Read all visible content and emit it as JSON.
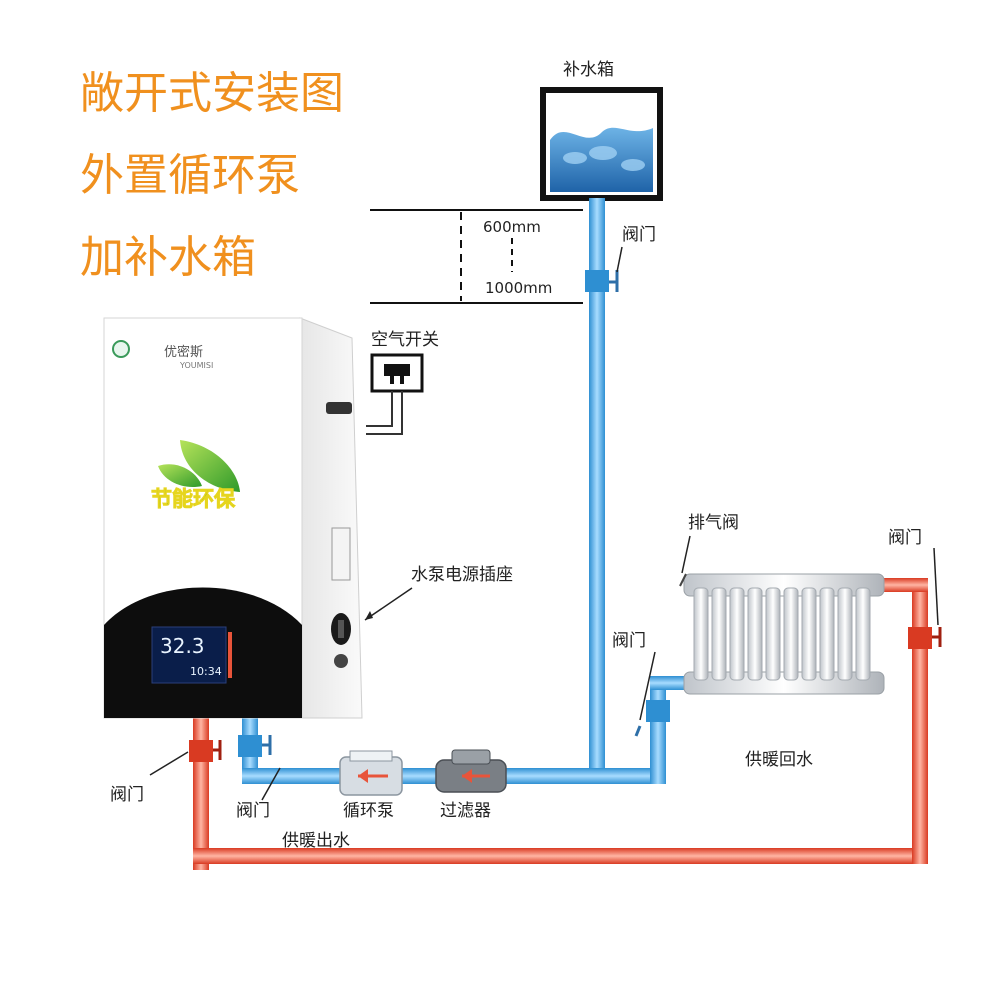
{
  "title_lines": [
    "敞开式安装图",
    "外置循环泵",
    "加补水箱"
  ],
  "labels": {
    "tank": "补水箱",
    "dim_600": "600mm",
    "dim_1000": "1000mm",
    "valve": "阀门",
    "air_switch": "空气开关",
    "pump_socket": "水泵电源插座",
    "exhaust_valve": "排气阀",
    "pump": "循环泵",
    "filter": "过滤器",
    "supply_out": "供暖出水",
    "return_water": "供暖回水"
  },
  "boiler": {
    "brand_cn": "优密斯",
    "brand_en": "YOUMISI",
    "badge": "节能环保",
    "display_main": "32.3",
    "display_sub": "10:34"
  },
  "colors": {
    "title": "#f0901e",
    "cold_pipe": "#3fa6e3",
    "hot_pipe": "#e8543a",
    "water": "#2f7fc4",
    "panel_black": "#0d0d0d"
  },
  "icons": [
    "leaf-icon",
    "pump-arrow-icon",
    "valve-icon",
    "socket-icon",
    "switch-icon",
    "water-wave-icon"
  ]
}
